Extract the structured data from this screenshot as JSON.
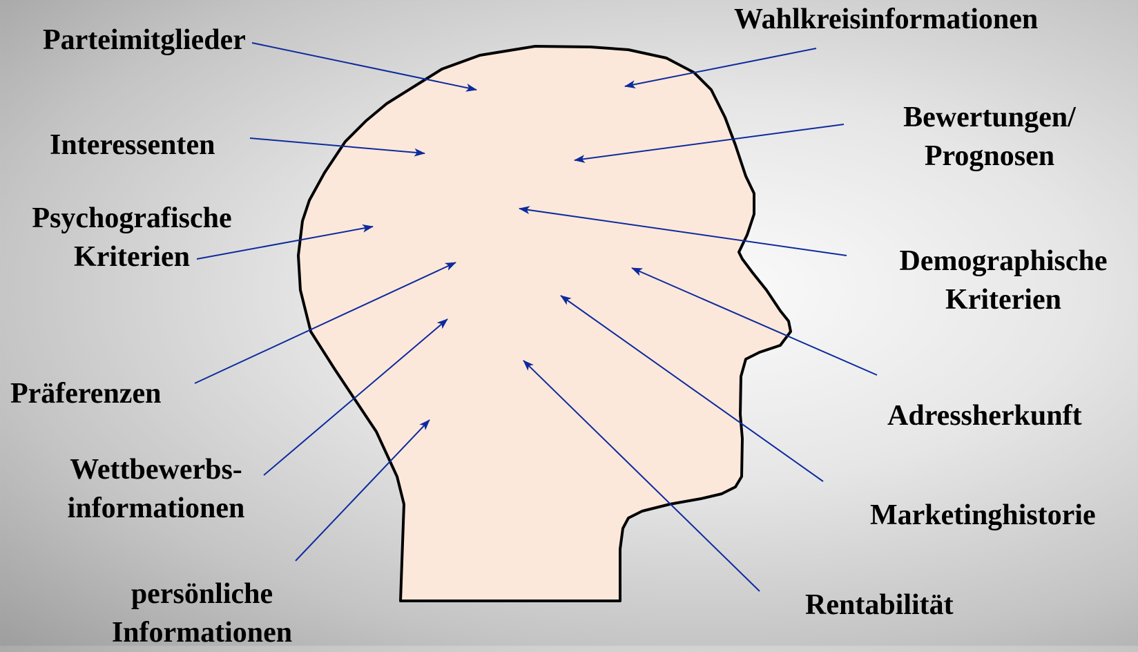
{
  "labels": {
    "parteimitglieder": "Parteimitglieder",
    "interessenten": "Interessenten",
    "psychografische": [
      "Psychografische",
      "Kriterien"
    ],
    "praeferenzen": "Präferenzen",
    "wettbewerbs": [
      "Wettbewerbs-",
      "informationen"
    ],
    "persoenliche": [
      "persönliche",
      "Informationen"
    ],
    "wahlkreis": "Wahlkreisinformationen",
    "bewertungen": [
      "Bewertungen/",
      "Prognosen"
    ],
    "demographische": [
      "Demographische",
      "Kriterien"
    ],
    "adressherkunft": "Adressherkunft",
    "marketinghistorie": "Marketinghistorie",
    "rentabilitaet": "Rentabilität"
  },
  "colors": {
    "head_fill": "#fce8da",
    "head_outline": "#000000",
    "arrow": "#0d2a9e",
    "background": "#d8d8d8"
  }
}
